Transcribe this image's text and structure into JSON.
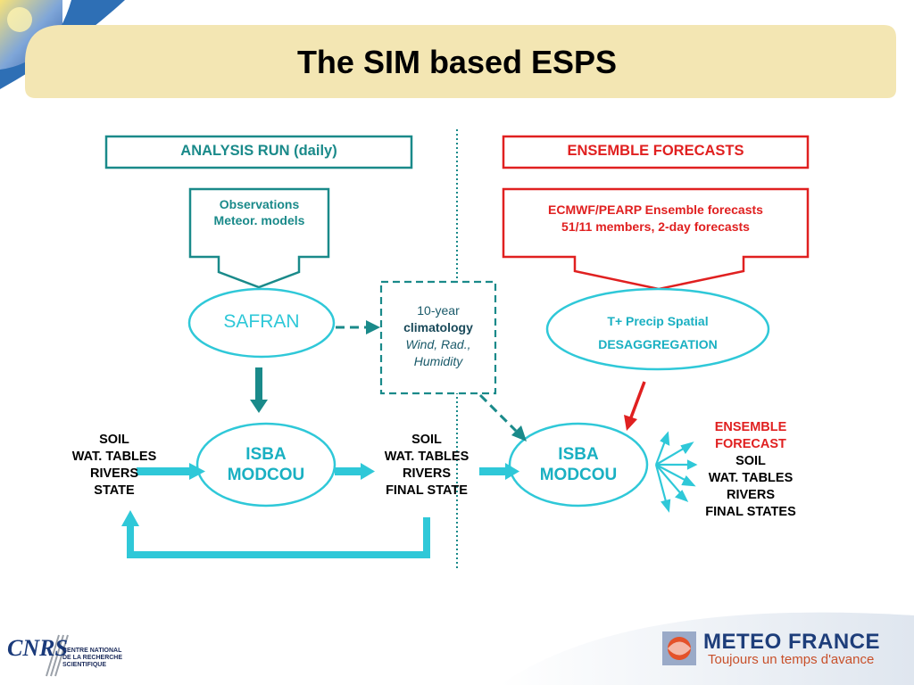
{
  "title": "The SIM based ESPS",
  "analysis_run": {
    "header": "ANALYSIS RUN (daily)",
    "observations_line1": "Observations",
    "observations_line2": "Meteor. models",
    "safran": "SAFRAN",
    "isba_line1": "ISBA",
    "isba_line2": "MODCOU",
    "input_state": [
      "SOIL",
      "WAT. TABLES",
      "RIVERS",
      "STATE"
    ],
    "final_state": [
      "SOIL",
      "WAT. TABLES",
      "RIVERS",
      "FINAL STATE"
    ]
  },
  "climatology": {
    "line1": "10-year",
    "line2": "climatology",
    "line3": "Wind, Rad.,",
    "line4": "Humidity"
  },
  "ensemble": {
    "header": "ENSEMBLE FORECASTS",
    "source_line1": "ECMWF/PEARP Ensemble forecasts",
    "source_line2": "51/11 members, 2-day forecasts",
    "desagg_line1": "T+ Precip Spatial",
    "desagg_line2": "DESAGGREGATION",
    "isba_line1": "ISBA",
    "isba_line2": "MODCOU",
    "output_red": [
      "ENSEMBLE",
      "FORECAST"
    ],
    "output_black": [
      "SOIL",
      "WAT. TABLES",
      "RIVERS",
      "FINAL STATES"
    ]
  },
  "logos": {
    "cnrs_mark": "CNRS",
    "cnrs_text": [
      "CENTRE NATIONAL",
      "DE LA RECHERCHE",
      "SCIENTIFIQUE"
    ],
    "meteo_name": "METEO FRANCE",
    "meteo_tagline": "Toujours un temps d'avance"
  },
  "colors": {
    "teal": "#1a8a8a",
    "cyan": "#2fc8d8",
    "red": "#e02020",
    "title_band": "#f3e6b3",
    "meteo_blue": "#1d3d7a"
  }
}
